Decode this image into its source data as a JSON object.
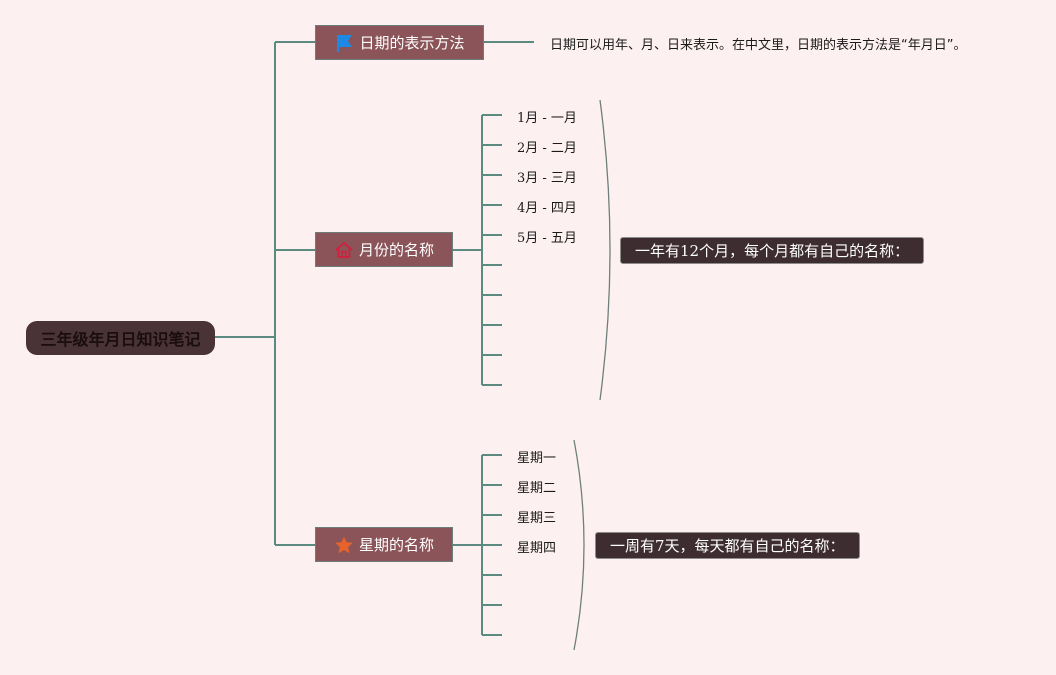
{
  "root": {
    "title": "三年级年月日知识笔记"
  },
  "branches": [
    {
      "title": "日期的表示方法",
      "icon": "flag-icon",
      "desc": "日期可以用年、月、日来表示。在中文里，日期的表示方法是“年月日”。"
    },
    {
      "title": "月份的名称",
      "icon": "home-icon",
      "items": [
        "1月 - 一月",
        "2月 - 二月",
        "3月 - 三月",
        "4月 - 四月",
        "5月 - 五月",
        "",
        "",
        "",
        "",
        ""
      ],
      "summary": "一年有12个月，每个月都有自己的名称："
    },
    {
      "title": "星期的名称",
      "icon": "star-icon",
      "items": [
        "星期一",
        "星期二",
        "星期三",
        "星期四",
        "",
        "",
        ""
      ],
      "summary": "一周有7天，每天都有自己的名称："
    }
  ],
  "colors": {
    "background": "#fdf0f0",
    "connector": "#5b8a80",
    "root_fill": "#4a3336",
    "branch_fill": "#8a5458",
    "summary_fill": "#3d2d30",
    "flag": "#1e88e5",
    "home": "#d81b3c",
    "star": "#e8622c"
  }
}
